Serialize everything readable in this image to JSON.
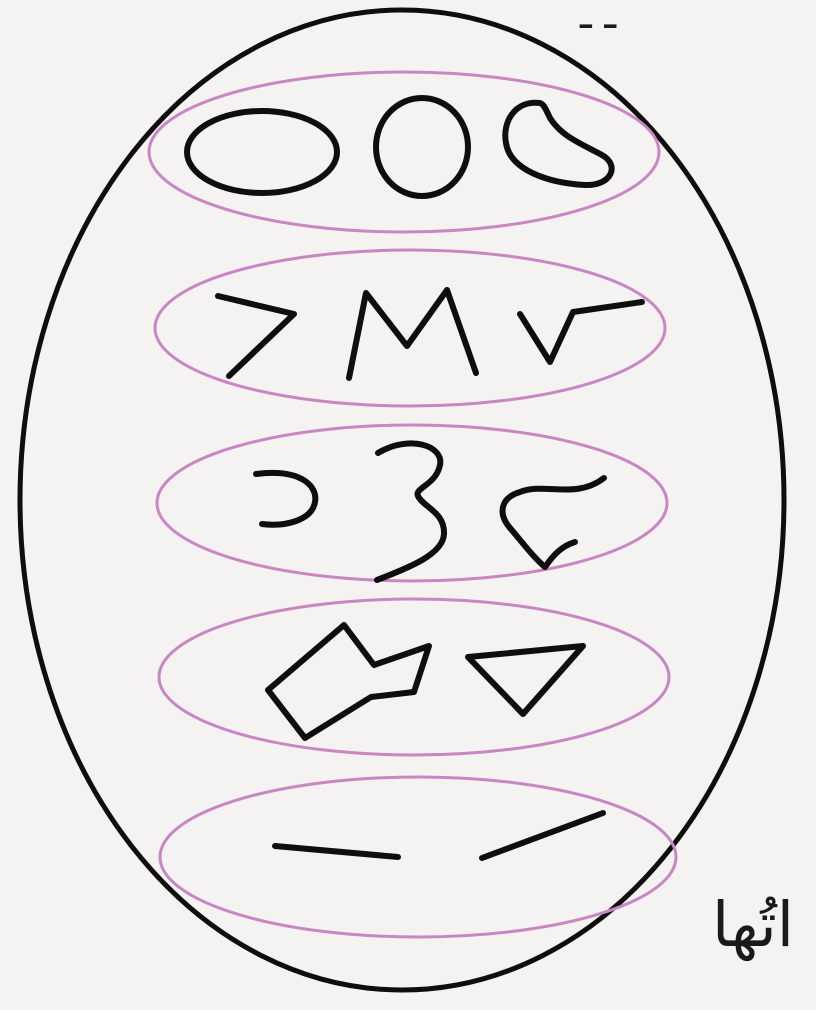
{
  "page_fragments": {
    "top_right_text": "ـ ـ",
    "bottom_right_text": "اتُها"
  },
  "diagram": {
    "groups": [
      {
        "index": 1,
        "shapes": [
          "ellipse",
          "circle",
          "bean"
        ]
      },
      {
        "index": 2,
        "shapes": [
          "angle-open",
          "zigzag",
          "check"
        ]
      },
      {
        "index": 3,
        "shapes": [
          "c-arc",
          "three-curve",
          "wavy-closed"
        ]
      },
      {
        "index": 4,
        "shapes": [
          "irregular-polygon",
          "triangle"
        ]
      },
      {
        "index": 5,
        "shapes": [
          "line-horizontal",
          "line-slanted"
        ]
      }
    ],
    "colors": {
      "outline": "#0e0e0e",
      "group_ring": "#c986c4",
      "paper": "#f4f3f1"
    }
  }
}
